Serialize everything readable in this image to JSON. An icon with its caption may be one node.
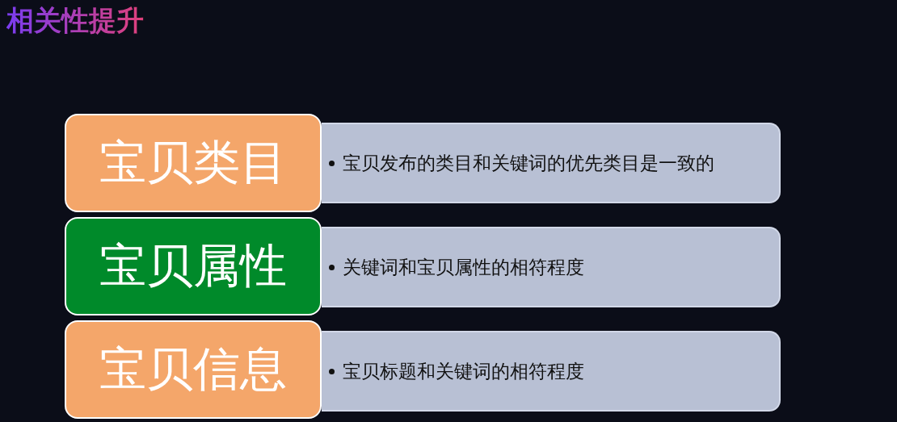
{
  "diagram": {
    "title": "相关性提升",
    "nodes": [
      {
        "text": [
          "宝贝类目"
        ]
      },
      {
        "text": [
          "宝贝发布的类目和关键词的优先类目是一致的"
        ]
      },
      {
        "text": [
          "宝贝属性"
        ]
      },
      {
        "text": [
          "关键词和宝贝属性的相符程度"
        ]
      },
      {
        "text": [
          "宝贝信息"
        ]
      },
      {
        "text": [
          "宝贝标题和关键词的相符程度"
        ]
      }
    ]
  }
}
